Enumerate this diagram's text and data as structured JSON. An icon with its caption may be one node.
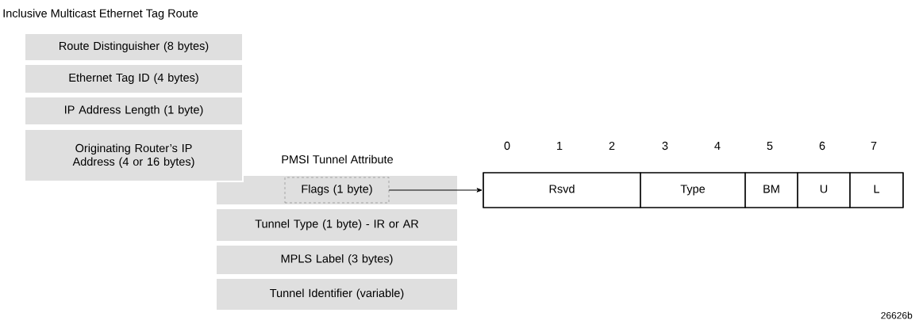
{
  "diagram": {
    "nodes": [
      {
        "text": [
          "Route Distinguisher (8 bytes)"
        ]
      },
      {
        "text": [
          "Ethernet Tag ID (4 bytes)"
        ]
      },
      {
        "text": [
          "IP Address Length (1 byte)"
        ]
      },
      {
        "text": [
          "Originating Router’s IP Address (4 or 16 bytes)"
        ]
      },
      {
        "text": [],
        "shape": "box"
      },
      {
        "text": [
          "Flags (1 byte)"
        ],
        "in": 4
      },
      {
        "text": [
          "Tunnel Type (1 byte) - IR or AR"
        ]
      },
      {
        "text": [
          "MPLS Label (3 bytes)"
        ]
      },
      {
        "text": [
          "Tunnel Identifier (variable)"
        ]
      },
      {
        "text": [],
        "shape": "box"
      },
      {
        "text": [
          "Rsvd"
        ],
        "in": 9
      },
      {
        "text": [
          "Type"
        ],
        "in": 9
      },
      {
        "text": [
          "BM"
        ],
        "in": 9
      },
      {
        "text": [
          "U"
        ],
        "in": 9
      },
      {
        "text": [
          "L"
        ],
        "in": 9
      }
    ],
    "edges": [
      {
        "from": 5,
        "to": 9,
        "arrow": "to"
      }
    ],
    "labels": [
      "Inclusive Multicast Ethernet Tag Route",
      "0",
      "1",
      "2",
      "3",
      "4",
      "5",
      "6",
      "7",
      "PMSI Tunnel Attribute",
      "26626b"
    ]
  }
}
